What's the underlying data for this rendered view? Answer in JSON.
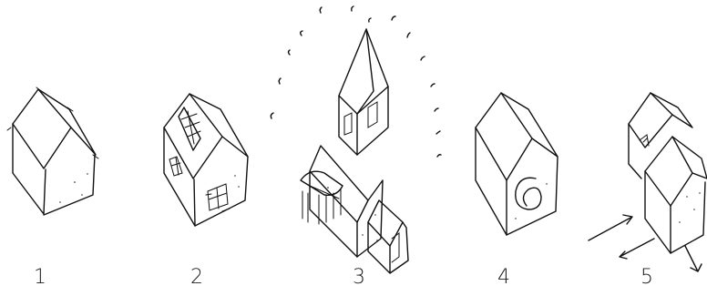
{
  "sketches": [
    {
      "label": "1",
      "icon": "simple-gable-house-icon"
    },
    {
      "label": "2",
      "icon": "house-with-windows-icon"
    },
    {
      "label": "3",
      "icon": "church-with-spire-icon"
    },
    {
      "label": "4",
      "icon": "house-with-spiral-icon"
    },
    {
      "label": "5",
      "icon": "multi-gable-house-with-arrows-icon"
    }
  ],
  "colors": {
    "ink": "#111111",
    "background": "#ffffff"
  }
}
